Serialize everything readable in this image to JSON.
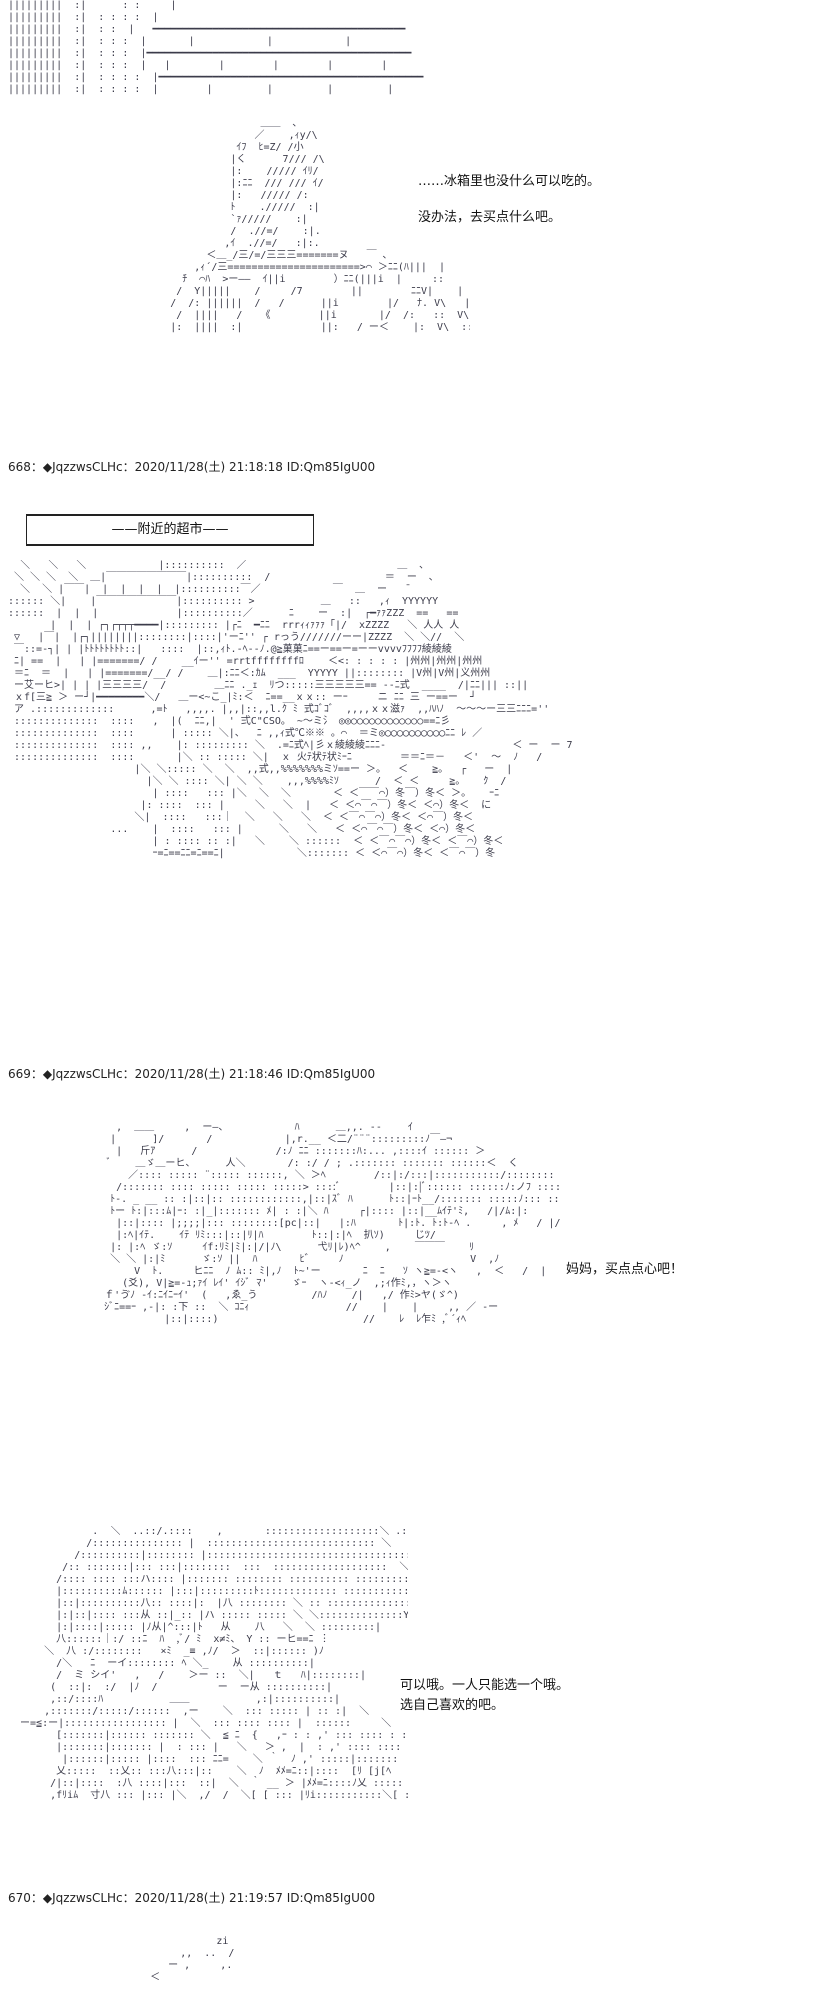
{
  "posts": [
    {
      "header": "668：◆JqzzwsCLHc：2020/11/28(土) 21:18:18 ID:Qm85IgU00"
    },
    {
      "header": "669：◆JqzzwsCLHc：2020/11/28(土) 21:18:46 ID:Qm85IgU00"
    },
    {
      "header": "670：◆JqzzwsCLHc：2020/11/28(土) 21:19:57 ID:Qm85IgU00"
    }
  ],
  "dialogue": {
    "fridge_line1": "……冰箱里也没什么可以吃的。",
    "fridge_line2": "没办法，去买点什么吧。",
    "location": "——附近的超市——",
    "child_request": "妈妈，买点点心吧！",
    "mother_reply1": "可以哦。一人只能选一个哦。",
    "mother_reply2": "选自己喜欢的吧。"
  }
}
